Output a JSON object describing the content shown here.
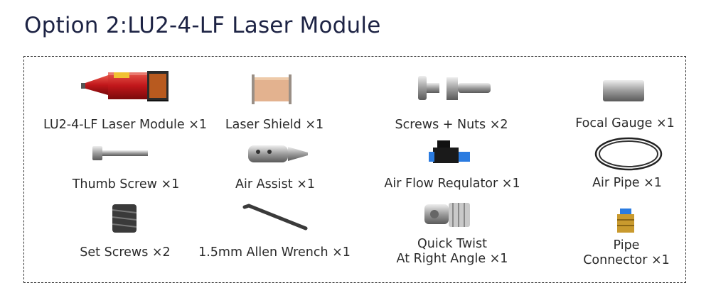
{
  "title": "Option 2:LU2-4-LF Laser Module",
  "items": [
    {
      "label": "LU2-4-LF Laser Module ×1",
      "icon": "laser-module-icon"
    },
    {
      "label": "Laser Shield ×1",
      "icon": "laser-shield-icon"
    },
    {
      "label": "Screws + Nuts ×2",
      "icon": "screws-nuts-icon"
    },
    {
      "label": "Focal Gauge ×1",
      "icon": "focal-gauge-icon"
    },
    {
      "label": "Thumb Screw ×1",
      "icon": "thumb-screw-icon"
    },
    {
      "label": "Air Assist ×1",
      "icon": "air-assist-icon"
    },
    {
      "label": "Air Flow Requlator ×1",
      "icon": "air-flow-regulator-icon"
    },
    {
      "label": "Air Pipe ×1",
      "icon": "air-pipe-icon"
    },
    {
      "label": "Set Screws ×2",
      "icon": "set-screws-icon"
    },
    {
      "label": "1.5mm Allen Wrench ×1",
      "icon": "allen-wrench-icon"
    },
    {
      "label_line1": "Quick Twist",
      "label_line2": "At Right Angle ×1",
      "icon": "quick-twist-icon"
    },
    {
      "label_line1": "Pipe",
      "label_line2": "Connector ×1",
      "icon": "pipe-connector-icon"
    }
  ]
}
